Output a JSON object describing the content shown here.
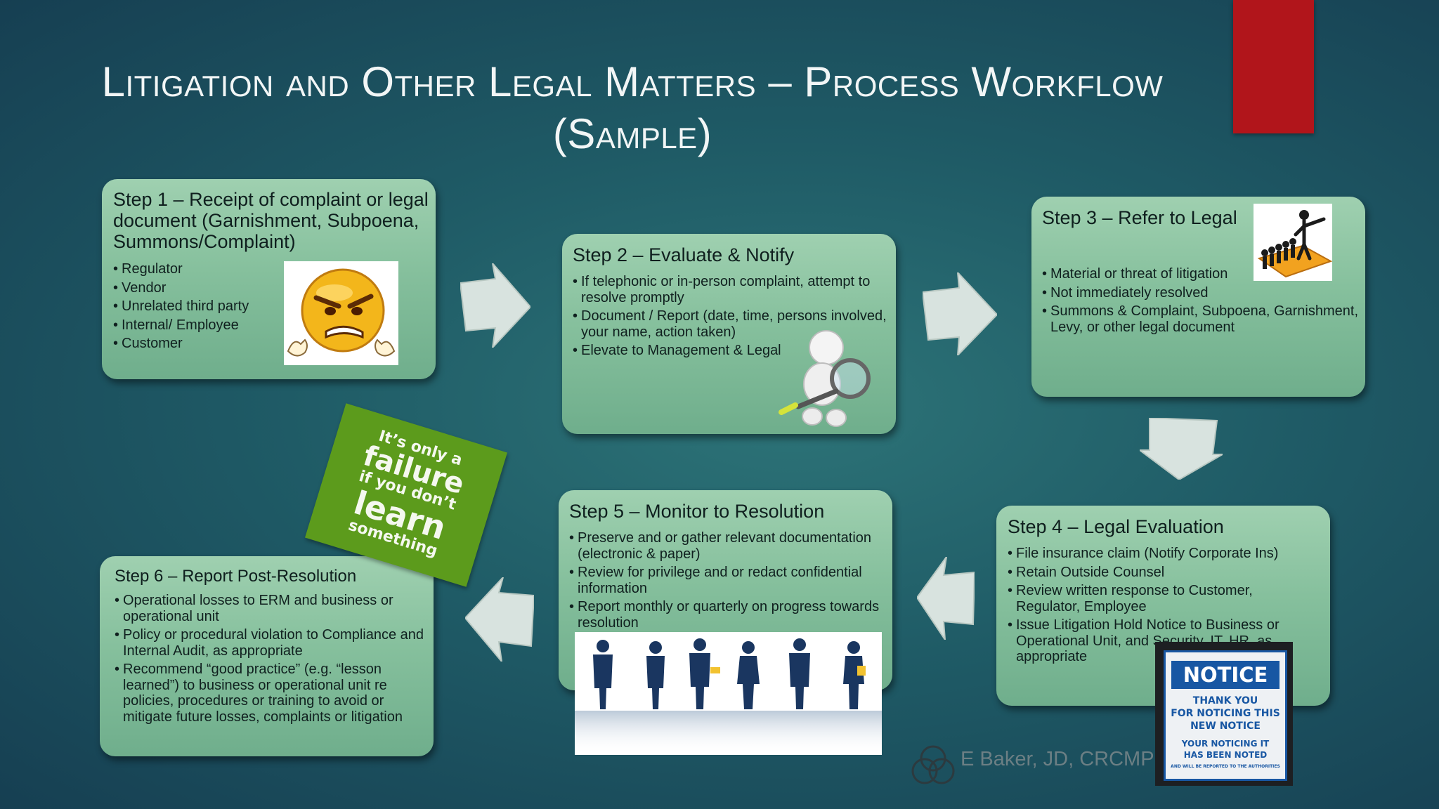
{
  "title": {
    "line1": "Litigation and Other Legal Matters – Process Workflow",
    "line2": "(Sample)"
  },
  "steps": {
    "step1": {
      "heading": "Step 1 – Receipt of complaint or legal document (Garnishment, Subpoena, Summons/Complaint)",
      "items": [
        "Regulator",
        "Vendor",
        "Unrelated third party",
        "Internal/ Employee",
        "Customer"
      ]
    },
    "step2": {
      "heading": "Step 2 – Evaluate & Notify",
      "items": [
        "If telephonic or in-person complaint, attempt to resolve promptly",
        "Document / Report (date, time, persons involved, your name, action taken)",
        "Elevate to Management & Legal"
      ]
    },
    "step3": {
      "heading": "Step 3 – Refer to Legal",
      "items": [
        "Material or threat of litigation",
        "Not immediately resolved",
        "Summons & Complaint, Subpoena, Garnishment, Levy, or other legal document"
      ]
    },
    "step4": {
      "heading": "Step 4 – Legal Evaluation",
      "items": [
        "File insurance claim (Notify Corporate Ins)",
        "Retain Outside Counsel",
        "Review written response to Customer, Regulator, Employee",
        "Issue Litigation Hold Notice to Business or Operational Unit, and Security, IT, HR, as appropriate"
      ]
    },
    "step5": {
      "heading": "Step 5 – Monitor to Resolution",
      "items": [
        "Preserve and or gather relevant documentation (electronic & paper)",
        "Review for privilege and or redact confidential information",
        "Report monthly or quarterly on progress towards resolution"
      ]
    },
    "step6": {
      "heading": "Step 6 – Report Post-Resolution",
      "items": [
        "Operational losses to ERM and business or operational unit",
        "Policy or procedural violation to Compliance and Internal Audit, as appropriate",
        "Recommend “good practice” (e.g. “lesson learned”) to business or operational unit re policies, procedures or training to avoid or mitigate future losses, complaints or litigation"
      ]
    }
  },
  "sign": {
    "line1": "It’s only a",
    "line2": "failure",
    "line3": "if you don’t",
    "line4": "learn",
    "line5": "something"
  },
  "notice": {
    "heading": "NOTICE",
    "line1": "THANK YOU",
    "line2": "FOR NOTICING THIS",
    "line3": "NEW NOTICE",
    "line4": "YOUR NOTICING IT",
    "line5": "HAS BEEN NOTED",
    "fine": "AND WILL BE REPORTED TO THE AUTHORITIES"
  },
  "watermark": {
    "name": "E Baker, JD, CRCMP"
  },
  "colors": {
    "accent_red": "#b1151b",
    "box_green": "#86c09d",
    "sign_green": "#5c9b1c",
    "notice_blue": "#1857a3"
  }
}
